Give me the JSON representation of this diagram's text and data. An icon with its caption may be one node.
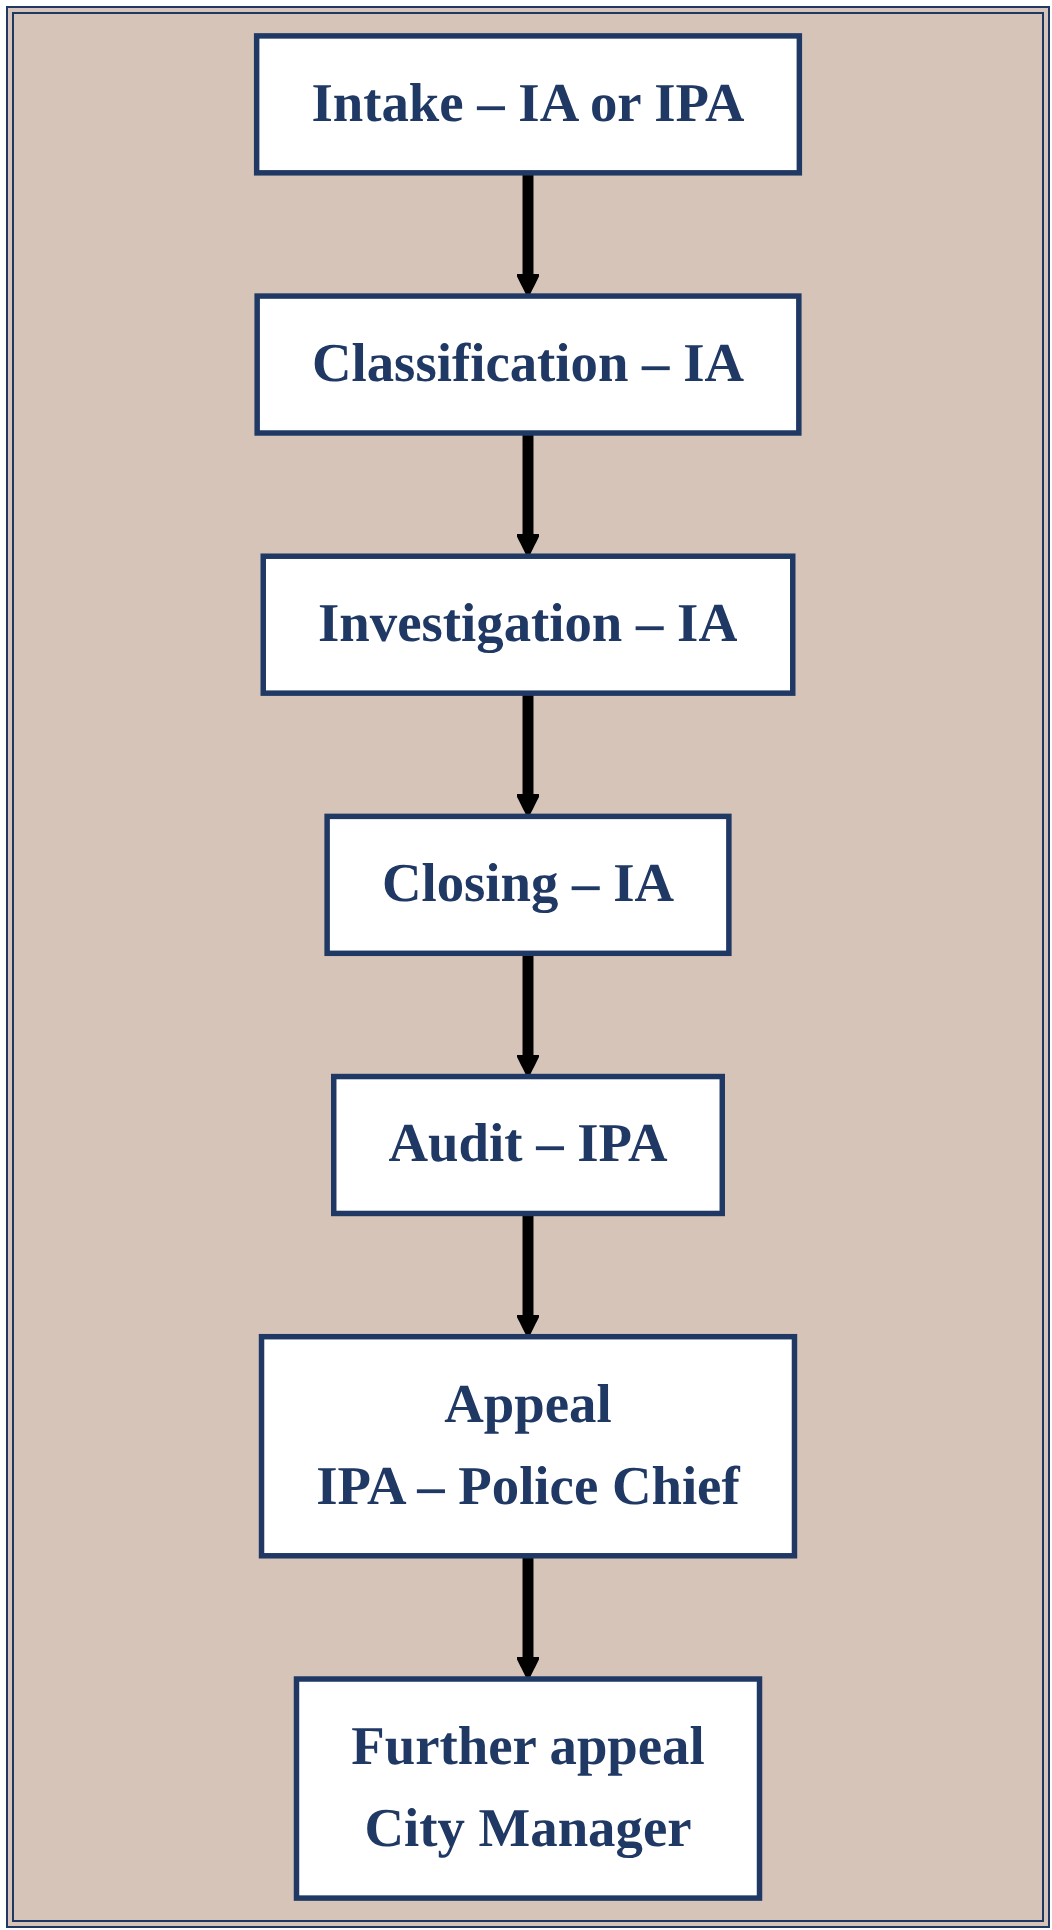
{
  "diagram": {
    "nodes": [
      {
        "text": [
          "Intake – IA or IPA"
        ]
      },
      {
        "text": [
          "Classification – IA"
        ]
      },
      {
        "text": [
          "Investigation – IA"
        ]
      },
      {
        "text": [
          "Closing – IA"
        ]
      },
      {
        "text": [
          "Audit – IPA"
        ]
      },
      {
        "text": [
          "Appeal",
          "IPA – Police Chief"
        ]
      },
      {
        "text": [
          "Further appeal",
          "City Manager"
        ]
      }
    ],
    "edges": [
      {
        "from": 0,
        "to": 1,
        "arrow": "to"
      },
      {
        "from": 1,
        "to": 2,
        "arrow": "to"
      },
      {
        "from": 2,
        "to": 3,
        "arrow": "to"
      },
      {
        "from": 3,
        "to": 4,
        "arrow": "to"
      },
      {
        "from": 4,
        "to": 5,
        "arrow": "to"
      },
      {
        "from": 5,
        "to": 6,
        "arrow": "to"
      }
    ]
  }
}
